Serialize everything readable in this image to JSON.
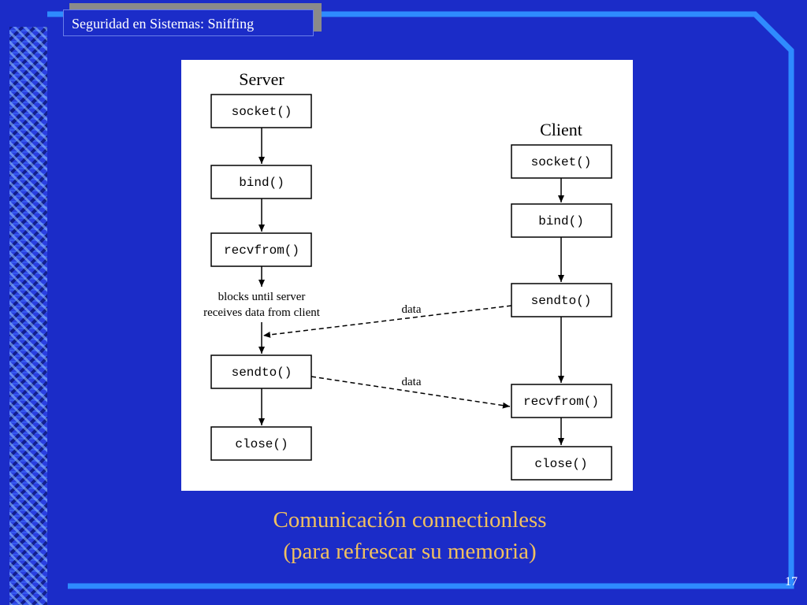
{
  "header": {
    "title": "Seguridad en Sistemas: Sniffing"
  },
  "diagram": {
    "server": {
      "label": "Server",
      "boxes": [
        "socket()",
        "bind()",
        "recvfrom()",
        "sendto()",
        "close()"
      ],
      "note_line1": "blocks until server",
      "note_line2": "receives data from client"
    },
    "client": {
      "label": "Client",
      "boxes": [
        "socket()",
        "bind()",
        "sendto()",
        "recvfrom()",
        "close()"
      ]
    },
    "flows": [
      "data",
      "data"
    ]
  },
  "caption": {
    "line1": "Comunicación connectionless",
    "line2": "(para refrescar su memoria)"
  },
  "footer": {
    "page_number": "17"
  },
  "colors": {
    "background": "#1b2cc8",
    "frame": "#2e8bff",
    "caption": "#f0c060"
  }
}
